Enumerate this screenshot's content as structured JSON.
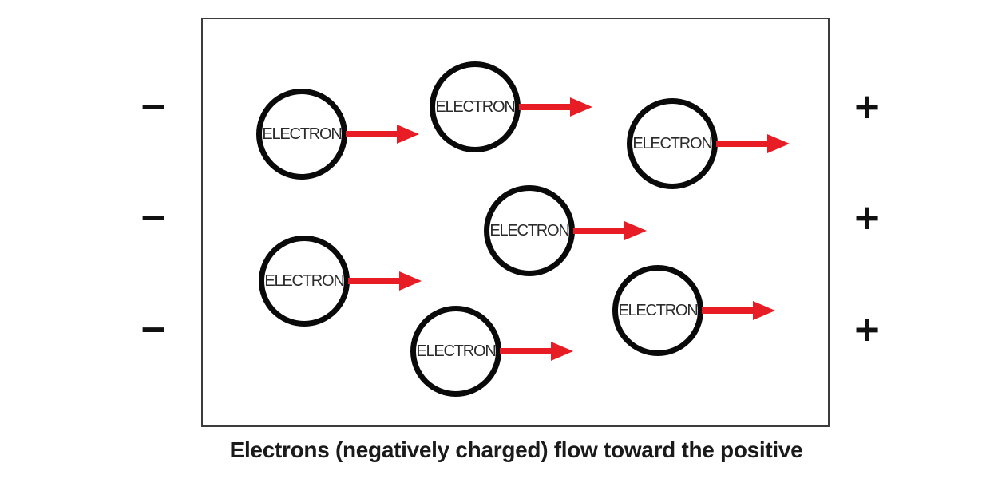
{
  "diagram": {
    "caption": "Electrons (negatively charged) flow toward the positive",
    "negative_terminal": {
      "symbol": "−",
      "count": 3
    },
    "positive_terminal": {
      "symbol": "+",
      "count": 3
    },
    "electrons": [
      {
        "label": "ELECTRON"
      },
      {
        "label": "ELECTRON"
      },
      {
        "label": "ELECTRON"
      },
      {
        "label": "ELECTRON"
      },
      {
        "label": "ELECTRON"
      },
      {
        "label": "ELECTRON"
      },
      {
        "label": "ELECTRON"
      }
    ],
    "colors": {
      "arrow": "#e81c24",
      "circle_stroke": "#0a0a0a",
      "box_border": "#3c3c3c",
      "label_text": "#2b2b2b",
      "background": "#ffffff"
    }
  }
}
